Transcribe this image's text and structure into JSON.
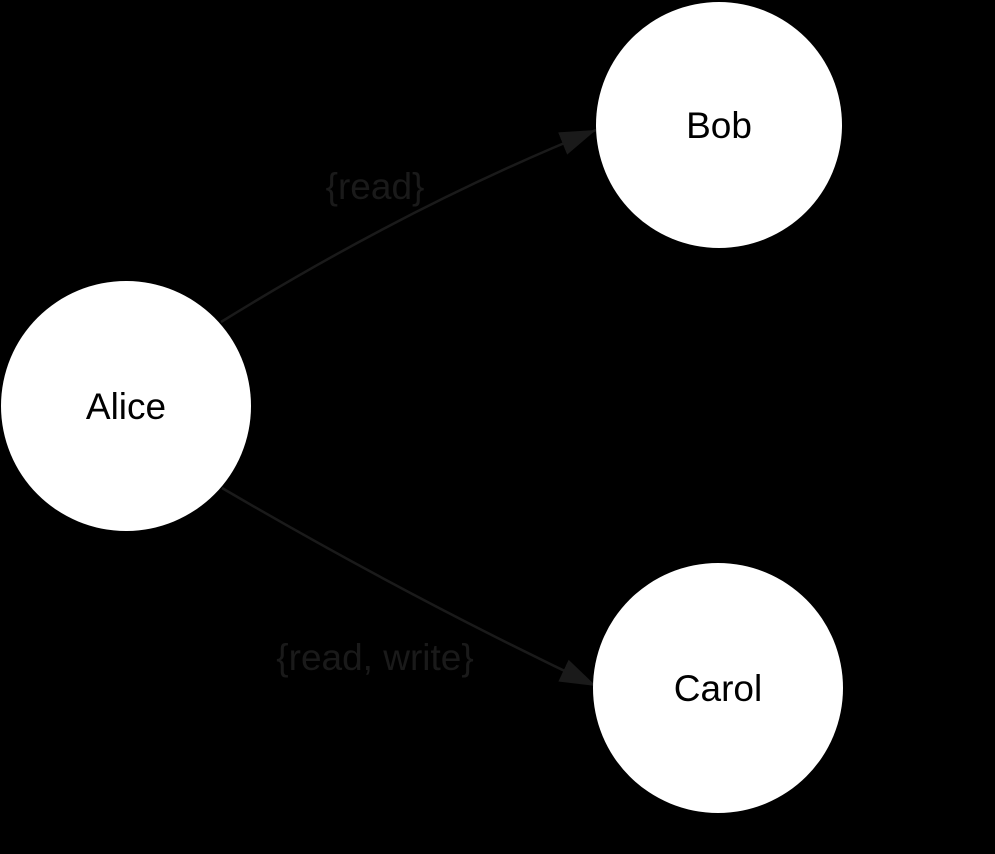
{
  "diagram": {
    "colors": {
      "background": "#000000",
      "node_fill": "#ffffff",
      "node_label": "#000000",
      "edge": "#1a1a1a",
      "edge_label": "#1a1a1a"
    },
    "nodes": [
      {
        "id": "alice",
        "label": "Alice"
      },
      {
        "id": "bob",
        "label": "Bob"
      },
      {
        "id": "carol",
        "label": "Carol"
      }
    ],
    "edges": [
      {
        "from": "Alice",
        "to": "Bob",
        "label": "{read}",
        "directed": "true"
      },
      {
        "from": "Alice",
        "to": "Carol",
        "label": "{read, write}",
        "directed": "true"
      }
    ]
  }
}
